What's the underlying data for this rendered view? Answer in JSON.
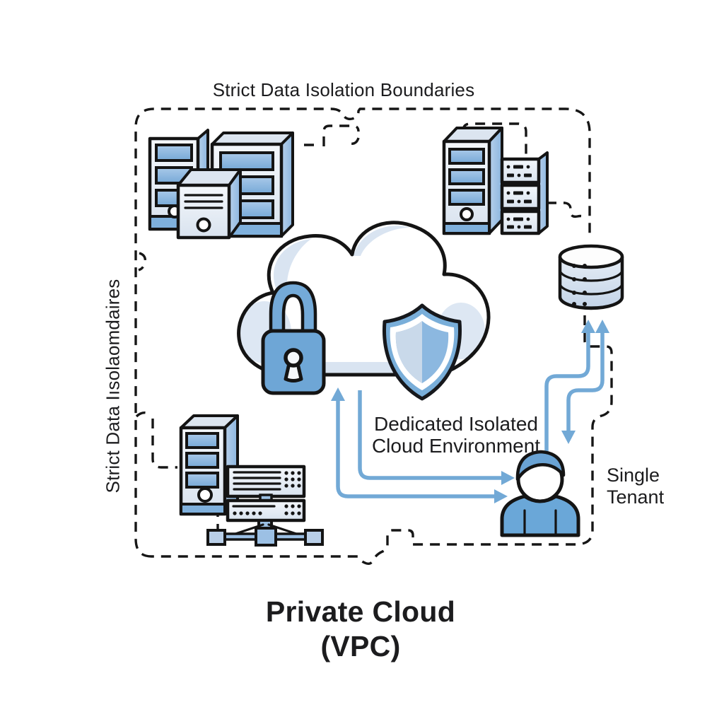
{
  "labels": {
    "top_boundary": "Strict Data Isolation Boundaries",
    "left_boundary_rotated": "Strict Data Iısolaomdaires",
    "center_lines": [
      "Dedicated Isolated",
      "Cloud Environment"
    ],
    "tenant_lines": [
      "Single",
      "Tenant"
    ],
    "title_lines": [
      "Private Cloud",
      "(VPC)"
    ]
  },
  "icons": [
    "server-cluster-icon",
    "server-tower-icon",
    "server-rack-icon",
    "cloud-icon",
    "padlock-icon",
    "shield-icon",
    "database-icon",
    "network-server-icon",
    "user-icon",
    "up-arrow",
    "right-arrow-upper",
    "right-arrow-lower",
    "s-arrow-to-database",
    "s-arrow-to-user",
    "dashed-isolation-boundary"
  ],
  "colors": {
    "background": "#ffffff",
    "outline": "#141414",
    "boundary_dash": "#161616",
    "accent_blue": "#72a9d6",
    "slot_blue": "#84b4de",
    "side_blue": "#9cc0e4",
    "icon_fill_light": "#e4ebf4",
    "cloud_shade": "#d9e4f1",
    "shield_light_half": "#c9d9ea",
    "text": "#1c1c1e"
  }
}
